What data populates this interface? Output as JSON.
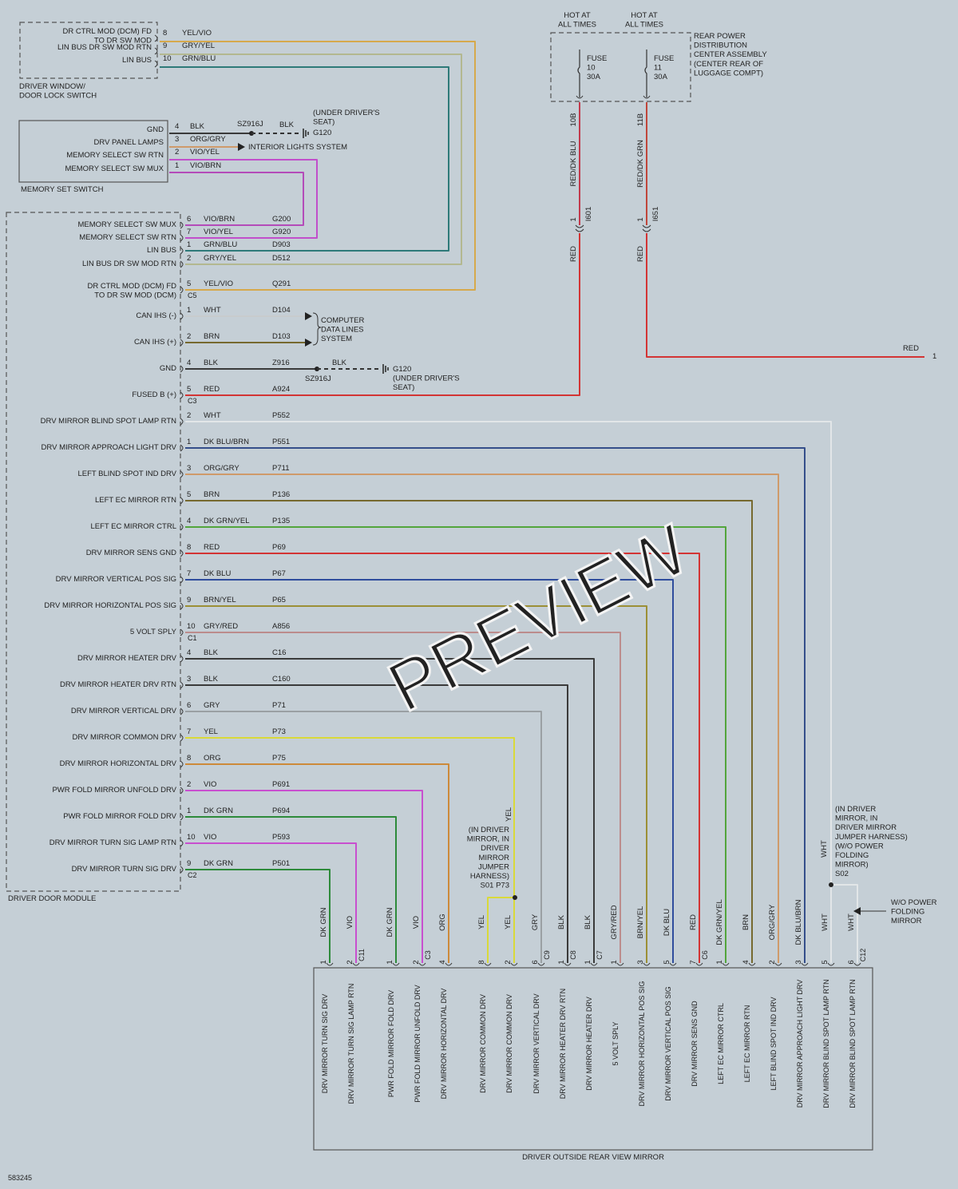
{
  "doc_id": "583245",
  "watermark": "PREVIEW",
  "colors": {
    "YEL/VIO": "#d6a94c",
    "GRY/YEL": "#b3b890",
    "GRN/BLU": "#2e7a79",
    "BLK": "#3a3a3a",
    "ORG/GRY": "#cf9a6a",
    "VIO/YEL": "#c14fcb",
    "VIO/BRN": "#b44bb9",
    "WHT": "#e2e6e8",
    "BRN": "#76692f",
    "RED": "#d33434",
    "DK BLU/BRN": "#344e8a",
    "DK GRN/YEL": "#53a53c",
    "DK BLU": "#2f4d9d",
    "BRN/YEL": "#9c8f36",
    "GRY/RED": "#bc8c8c",
    "GRY": "#9aa0a3",
    "YEL": "#d9d93a",
    "ORG": "#cd8a3a",
    "VIO": "#c84fcf",
    "DK GRN": "#2d8a3a",
    "RED/DK BLU": "#c23a4c",
    "RED/DK GRN": "#c0453a"
  },
  "components": {
    "driver_window_switch": "DRIVER WINDOW/\nDOOR LOCK SWITCH",
    "memory_set_switch": "MEMORY SET SWITCH",
    "driver_door_module": "DRIVER DOOR MODULE",
    "mirror": "DRIVER OUTSIDE REAR VIEW MIRROR",
    "rear_pdc": "REAR POWER\nDISTRIBUTION\nCENTER ASSEMBLY\n(CENTER REAR OF\nLUGGAGE COMPT)"
  },
  "top_connector": [
    {
      "name": "DR CTRL MOD (DCM) FD\nTO DR SW MOD",
      "pin": "8",
      "wire": "YEL/VIO"
    },
    {
      "name": "LIN BUS DR SW MOD RTN",
      "pin": "9",
      "wire": "GRY/YEL"
    },
    {
      "name": "LIN BUS",
      "pin": "10",
      "wire": "GRN/BLU"
    }
  ],
  "memory_switch": [
    {
      "name": "GND",
      "pin": "4",
      "wire": "BLK"
    },
    {
      "name": "DRV PANEL LAMPS",
      "pin": "3",
      "wire": "ORG/GRY"
    },
    {
      "name": "MEMORY SELECT SW RTN",
      "pin": "2",
      "wire": "VIO/YEL"
    },
    {
      "name": "MEMORY SELECT SW MUX",
      "pin": "1",
      "wire": "VIO/BRN"
    }
  ],
  "splices": {
    "sz916j_top": "SZ916J",
    "blk": "BLK",
    "g120": "G120",
    "under_seat": "(UNDER DRIVER'S\nSEAT)",
    "interior_lights": "INTERIOR LIGHTS SYSTEM",
    "computer_data": "COMPUTER\nDATA LINES\nSYSTEM",
    "sz916j_mid": "SZ916J",
    "g120_mid": "G120\n(UNDER DRIVER'S\nSEAT)"
  },
  "ddm_pins": [
    {
      "name": "MEMORY SELECT SW MUX",
      "pin": "6",
      "wire": "VIO/BRN",
      "circuit": "G200"
    },
    {
      "name": "MEMORY SELECT SW RTN",
      "pin": "7",
      "wire": "VIO/YEL",
      "circuit": "G920"
    },
    {
      "name": "LIN BUS",
      "pin": "1",
      "wire": "GRN/BLU",
      "circuit": "D903"
    },
    {
      "name": "LIN BUS DR SW MOD RTN",
      "pin": "2",
      "wire": "GRY/YEL",
      "circuit": "D512"
    },
    {
      "name": "DR CTRL MOD (DCM) FD\nTO DR SW MOD (DCM)",
      "pin": "5",
      "wire": "YEL/VIO",
      "circuit": "Q291",
      "connector": "C5"
    },
    {
      "name": "CAN IHS (-)",
      "pin": "1",
      "wire": "WHT",
      "circuit": "D104"
    },
    {
      "name": "CAN IHS (+)",
      "pin": "2",
      "wire": "BRN",
      "circuit": "D103"
    },
    {
      "name": "GND",
      "pin": "4",
      "wire": "BLK",
      "circuit": "Z916"
    },
    {
      "name": "FUSED B (+)",
      "pin": "5",
      "wire": "RED",
      "circuit": "A924",
      "connector": "C3"
    },
    {
      "name": "DRV MIRROR BLIND SPOT LAMP RTN",
      "pin": "2",
      "wire": "WHT",
      "circuit": "P552"
    },
    {
      "name": "DRV MIRROR APPROACH LIGHT DRV",
      "pin": "1",
      "wire": "DK BLU/BRN",
      "circuit": "P551"
    },
    {
      "name": "LEFT BLIND SPOT IND DRV",
      "pin": "3",
      "wire": "ORG/GRY",
      "circuit": "P711"
    },
    {
      "name": "LEFT EC MIRROR RTN",
      "pin": "5",
      "wire": "BRN",
      "circuit": "P136"
    },
    {
      "name": "LEFT EC MIRROR CTRL",
      "pin": "4",
      "wire": "DK GRN/YEL",
      "circuit": "P135"
    },
    {
      "name": "DRV MIRROR SENS GND",
      "pin": "8",
      "wire": "RED",
      "circuit": "P69"
    },
    {
      "name": "DRV MIRROR VERTICAL POS SIG",
      "pin": "7",
      "wire": "DK BLU",
      "circuit": "P67"
    },
    {
      "name": "DRV MIRROR HORIZONTAL POS SIG",
      "pin": "9",
      "wire": "BRN/YEL",
      "circuit": "P65"
    },
    {
      "name": "5 VOLT SPLY",
      "pin": "10",
      "wire": "GRY/RED",
      "circuit": "A856",
      "connector": "C1"
    },
    {
      "name": "DRV MIRROR HEATER DRV",
      "pin": "4",
      "wire": "BLK",
      "circuit": "C16"
    },
    {
      "name": "DRV MIRROR HEATER DRV RTN",
      "pin": "3",
      "wire": "BLK",
      "circuit": "C160"
    },
    {
      "name": "DRV MIRROR VERTICAL DRV",
      "pin": "6",
      "wire": "GRY",
      "circuit": "P71"
    },
    {
      "name": "DRV MIRROR COMMON DRV",
      "pin": "7",
      "wire": "YEL",
      "circuit": "P73"
    },
    {
      "name": "DRV MIRROR HORIZONTAL DRV",
      "pin": "8",
      "wire": "ORG",
      "circuit": "P75"
    },
    {
      "name": "PWR FOLD MIRROR UNFOLD DRV",
      "pin": "2",
      "wire": "VIO",
      "circuit": "P691"
    },
    {
      "name": "PWR FOLD MIRROR FOLD DRV",
      "pin": "1",
      "wire": "DK GRN",
      "circuit": "P694"
    },
    {
      "name": "DRV MIRROR TURN SIG LAMP RTN",
      "pin": "10",
      "wire": "VIO",
      "circuit": "P593"
    },
    {
      "name": "DRV MIRROR TURN SIG DRV",
      "pin": "9",
      "wire": "DK GRN",
      "circuit": "P501",
      "connector": "C2"
    }
  ],
  "mirror_pins": [
    {
      "name": "DRV MIRROR TURN SIG DRV",
      "pin": "1",
      "wire": "DK GRN"
    },
    {
      "name": "DRV MIRROR TURN SIG LAMP RTN",
      "pin": "2",
      "wire": "VIO",
      "connector": "C11"
    },
    {
      "name": "PWR FOLD MIRROR FOLD DRV",
      "pin": "1",
      "wire": "DK GRN"
    },
    {
      "name": "PWR FOLD MIRROR UNFOLD DRV",
      "pin": "2",
      "wire": "VIO",
      "connector": "C3"
    },
    {
      "name": "DRV MIRROR HORIZONTAL DRV",
      "pin": "4",
      "wire": "ORG"
    },
    {
      "name": "DRV MIRROR COMMON DRV",
      "pin": "8",
      "wire": "YEL"
    },
    {
      "name": "DRV MIRROR COMMON DRV",
      "pin": "2",
      "wire": "YEL"
    },
    {
      "name": "DRV MIRROR VERTICAL DRV",
      "pin": "6",
      "wire": "GRY",
      "connector": "C9"
    },
    {
      "name": "DRV MIRROR HEATER DRV RTN",
      "pin": "1",
      "wire": "BLK",
      "connector": "C8"
    },
    {
      "name": "DRV MIRROR HEATER DRV",
      "pin": "1",
      "wire": "BLK",
      "connector": "C7"
    },
    {
      "name": "5 VOLT SPLY",
      "pin": "1",
      "wire": "GRY/RED"
    },
    {
      "name": "DRV MIRROR HORIZONTAL POS SIG",
      "pin": "3",
      "wire": "BRN/YEL"
    },
    {
      "name": "DRV MIRROR VERTICAL POS SIG",
      "pin": "5",
      "wire": "DK BLU"
    },
    {
      "name": "DRV MIRROR SENS GND",
      "pin": "7",
      "wire": "RED",
      "connector": "C6"
    },
    {
      "name": "LEFT EC MIRROR CTRL",
      "pin": "1",
      "wire": "DK GRN/YEL"
    },
    {
      "name": "LEFT EC MIRROR RTN",
      "pin": "4",
      "wire": "BRN"
    },
    {
      "name": "LEFT BLIND SPOT IND DRV",
      "pin": "2",
      "wire": "ORG/GRY"
    },
    {
      "name": "DRV MIRROR APPROACH LIGHT DRV",
      "pin": "3",
      "wire": "DK BLU/BRN"
    },
    {
      "name": "DRV MIRROR BLIND SPOT LAMP RTN",
      "pin": "5",
      "wire": "WHT"
    },
    {
      "name": "DRV MIRROR BLIND SPOT LAMP RTN",
      "pin": "6",
      "wire": "WHT",
      "connector": "C12"
    }
  ],
  "yel_splice_note": "(IN DRIVER\nMIRROR, IN\nDRIVER\nMIRROR\nJUMPER\nHARNESS)\nS01 P73",
  "wht_splice_note": "(IN DRIVER\nMIRROR, IN\nDRIVER MIRROR\nJUMPER HARNESS)\n(W/O POWER\nFOLDING\nMIRROR)\nS02",
  "wo_power_folding": "W/O POWER\nFOLDING\nMIRROR",
  "fuses": [
    {
      "hot": "HOT AT\nALL TIMES",
      "label": "FUSE\n10\n30A",
      "cavity": "10B",
      "wire": "RED/DK BLU",
      "pin": "1",
      "circuit": "I601",
      "out_wire": "RED"
    },
    {
      "hot": "HOT AT\nALL TIMES",
      "label": "FUSE\n11\n30A",
      "cavity": "11B",
      "wire": "RED/DK GRN",
      "pin": "1",
      "circuit": "I651",
      "out_wire": "RED"
    }
  ],
  "offpage": {
    "wire": "RED",
    "pin": "1"
  }
}
